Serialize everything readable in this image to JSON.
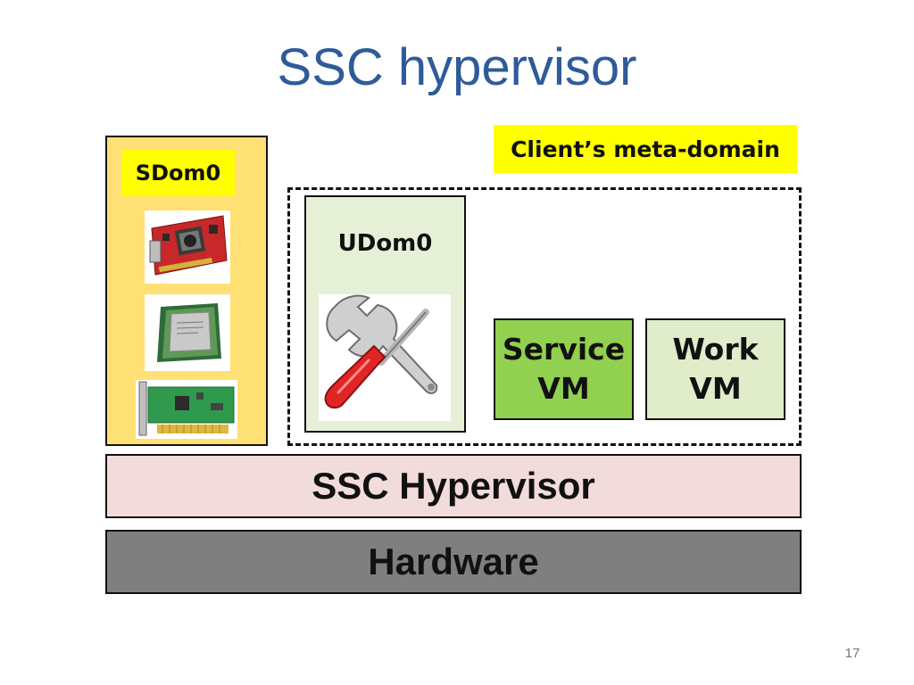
{
  "slide": {
    "title": "SSC hypervisor",
    "page_number": "17"
  },
  "meta_domain": {
    "label": "Client’s meta-domain"
  },
  "sdom0": {
    "label": "SDom0",
    "devices": [
      "graphics-card-icon",
      "cpu-chip-icon",
      "network-card-icon"
    ]
  },
  "udom0": {
    "label": "UDom0",
    "image": "wrench-screwdriver-icon"
  },
  "vms": {
    "service": "Service\nVM",
    "work": "Work\nVM"
  },
  "layers": {
    "hypervisor": "SSC Hypervisor",
    "hardware": "Hardware"
  },
  "colors": {
    "title": "#2e5b9a",
    "highlight": "#ffff00",
    "sdom0_fill": "#ffe074",
    "udom0_fill": "#e6f0d7",
    "service_vm_fill": "#92d050",
    "work_vm_fill": "#e0ecca",
    "hypervisor_fill": "#f2dcdb",
    "hardware_fill": "#7f7f7f"
  }
}
